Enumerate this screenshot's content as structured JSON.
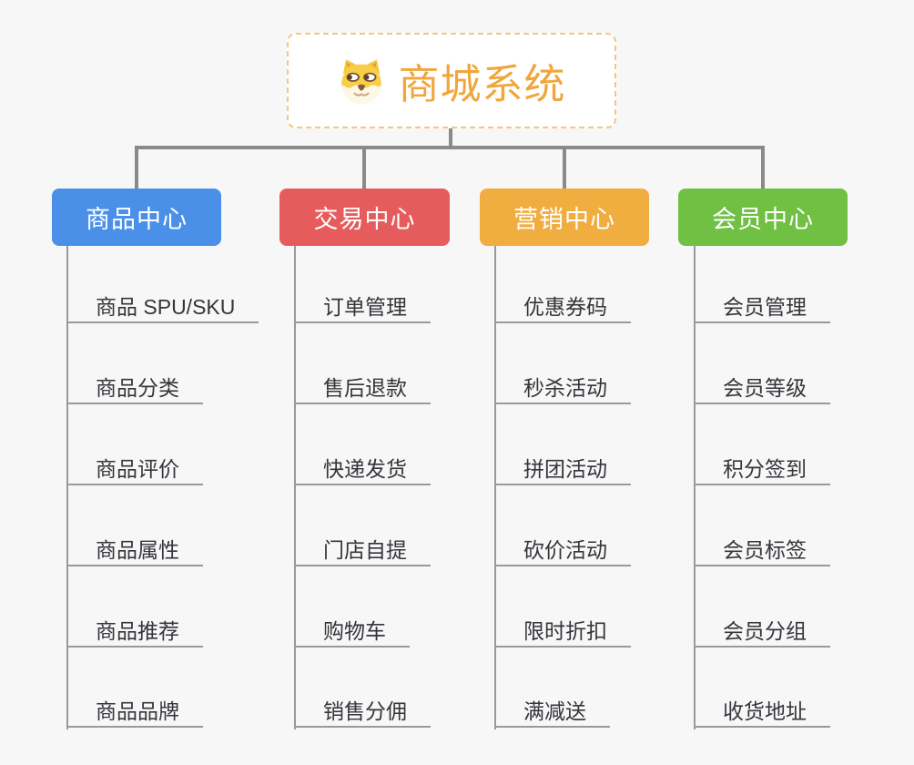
{
  "app": {
    "type": "mindmap",
    "background_color": "#f7f7f7",
    "connector_color": "#8a8a8a"
  },
  "root": {
    "title": "商城系统",
    "icon": "shiba-dog-icon",
    "text_color": "#f0a63c",
    "border_color": "#f2c684"
  },
  "branches": [
    {
      "id": "product-center",
      "label": "商品中心",
      "color": "#4a90e8",
      "items": [
        "商品 SPU/SKU",
        "商品分类",
        "商品评价",
        "商品属性",
        "商品推荐",
        "商品品牌"
      ]
    },
    {
      "id": "trade-center",
      "label": "交易中心",
      "color": "#e65c5c",
      "items": [
        "订单管理",
        "售后退款",
        "快递发货",
        "门店自提",
        "购物车",
        "销售分佣"
      ]
    },
    {
      "id": "marketing-center",
      "label": "营销中心",
      "color": "#efae3f",
      "items": [
        "优惠券码",
        "秒杀活动",
        "拼团活动",
        "砍价活动",
        "限时折扣",
        "满减送"
      ]
    },
    {
      "id": "member-center",
      "label": "会员中心",
      "color": "#70c043",
      "items": [
        "会员管理",
        "会员等级",
        "积分签到",
        "会员标签",
        "会员分组",
        "收货地址"
      ]
    }
  ]
}
